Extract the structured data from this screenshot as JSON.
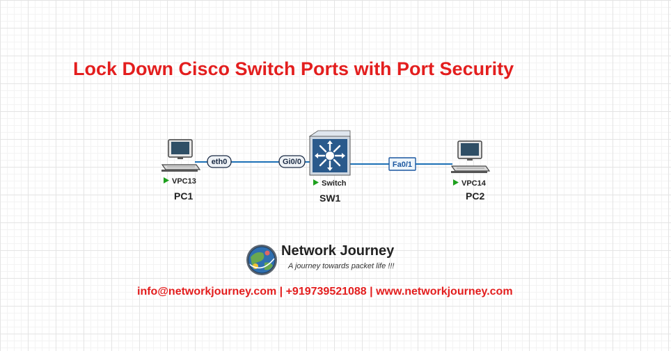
{
  "title": "Lock Down Cisco Switch Ports with Port Security",
  "devices": {
    "pc1": {
      "type_label": "VPC13",
      "name": "PC1",
      "port": "eth0"
    },
    "sw1": {
      "type_label": "Switch",
      "name": "SW1",
      "port_left": "Gi0/0",
      "port_right": "Fa0/1"
    },
    "pc2": {
      "type_label": "VPC14",
      "name": "PC2"
    }
  },
  "logo": {
    "name": "Network Journey",
    "tagline": "A journey towards packet life !!!"
  },
  "contact": "info@networkjourney.com | +919739521088 | www.networkjourney.com",
  "colors": {
    "title": "#e31e1e",
    "link_line": "#1a6fb5",
    "switch_fill": "#2a5a8c",
    "run_indicator": "#1ea01e"
  }
}
